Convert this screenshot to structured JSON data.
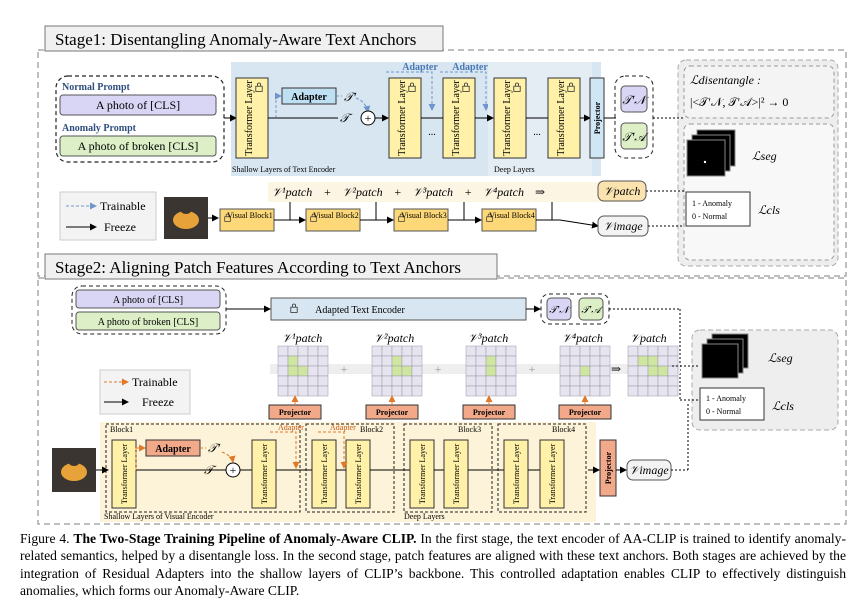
{
  "stage1": {
    "title": "Stage1: Disentangling Anomaly-Aware Text Anchors",
    "normal_label": "Normal Prompt",
    "normal_prompt": "A photo of [CLS]",
    "anomaly_label": "Anomaly Prompt",
    "anomaly_prompt": "A photo of broken [CLS]",
    "transformer": "Transformer Layer",
    "adapter": "Adapter",
    "shallow_label": "Shallow Layers  of Text Encoder",
    "deep_label": "Deep Layers",
    "projector": "Projector",
    "ellipsis": "...",
    "t_prime": "𝒯′",
    "t": "𝒯",
    "tn": "𝒯′𝒩",
    "ta": "𝒯′𝒜",
    "loss_dis": "ℒdisentangle :",
    "loss_dis_eq": "|<𝒯′𝒩, 𝒯′𝒜>|² → 0",
    "loss_seg": "ℒseg",
    "loss_cls": "ℒcls",
    "cls_anom": "1 - Anomaly",
    "cls_norm": "0 - Normal",
    "trainable": "Trainable",
    "freeze": "Freeze",
    "visual_blocks": [
      "Visual Block1",
      "Visual Block2",
      "Visual Block3",
      "Visual Block4"
    ],
    "patch_row": [
      "𝒱¹patch",
      "+",
      "𝒱²patch",
      "+",
      "𝒱³patch",
      "+",
      "𝒱⁴patch",
      "⇒"
    ],
    "v_patch": "𝒱patch",
    "v_image": "𝒱image"
  },
  "stage2": {
    "title": "Stage2: Aligning Patch Features According to Text Anchors",
    "prompt_normal": "A photo of [CLS]",
    "prompt_anomaly": "A photo of broken [CLS]",
    "adapted_encoder": "Adapted Text Encoder",
    "patch_labels": [
      "𝒱¹patch",
      "𝒱²patch",
      "𝒱³patch",
      "𝒱⁴patch",
      "𝒱patch"
    ],
    "plus": "+",
    "implies": "⇒",
    "projector": "Projector",
    "trainable": "Trainable",
    "freeze": "Freeze",
    "blocks": [
      "Block1",
      "Block2",
      "Block3",
      "Block4"
    ],
    "adapter": "Adapter",
    "transformer": "Transformer Layer",
    "shallow_label": "Shallow Layers of Visual Encoder",
    "deep_label": "Deep Layers",
    "v_image": "𝒱image",
    "loss_seg": "ℒseg",
    "loss_cls": "ℒcls",
    "cls_anom": "1 - Anomaly",
    "cls_norm": "0 - Normal"
  },
  "caption": {
    "fig": "Figure 4.",
    "bold": "The Two-Stage Training Pipeline of Anomaly-Aware CLIP.",
    "text": "In the first stage, the text encoder of AA-CLIP is trained to identify anomaly-related semantics, helped by a disentangle loss. In the second stage, patch features are aligned with these text anchors. Both stages are achieved by the integration of Residual Adapters into the shallow layers of CLIP’s backbone. This controlled adaptation enables CLIP to effectively distinguish anomalies, which forms our Anomaly-Aware CLIP."
  },
  "colors": {
    "adapter_fill": "#bfe0f2",
    "transformer_fill": "#fff2a8",
    "projector_fill": "#cfe6f5",
    "encoder_band": "#d8e6f1",
    "normal_prompt_fill": "#d9d6f5",
    "anomaly_prompt_fill": "#dcefc6",
    "stage2_projector": "#f1a98a",
    "stage2_adapter": "#f1a98a",
    "trainable_stage1": "#6f95cc",
    "trainable_stage2": "#e07a2a",
    "patch_highlight": "#cfe6a0"
  }
}
